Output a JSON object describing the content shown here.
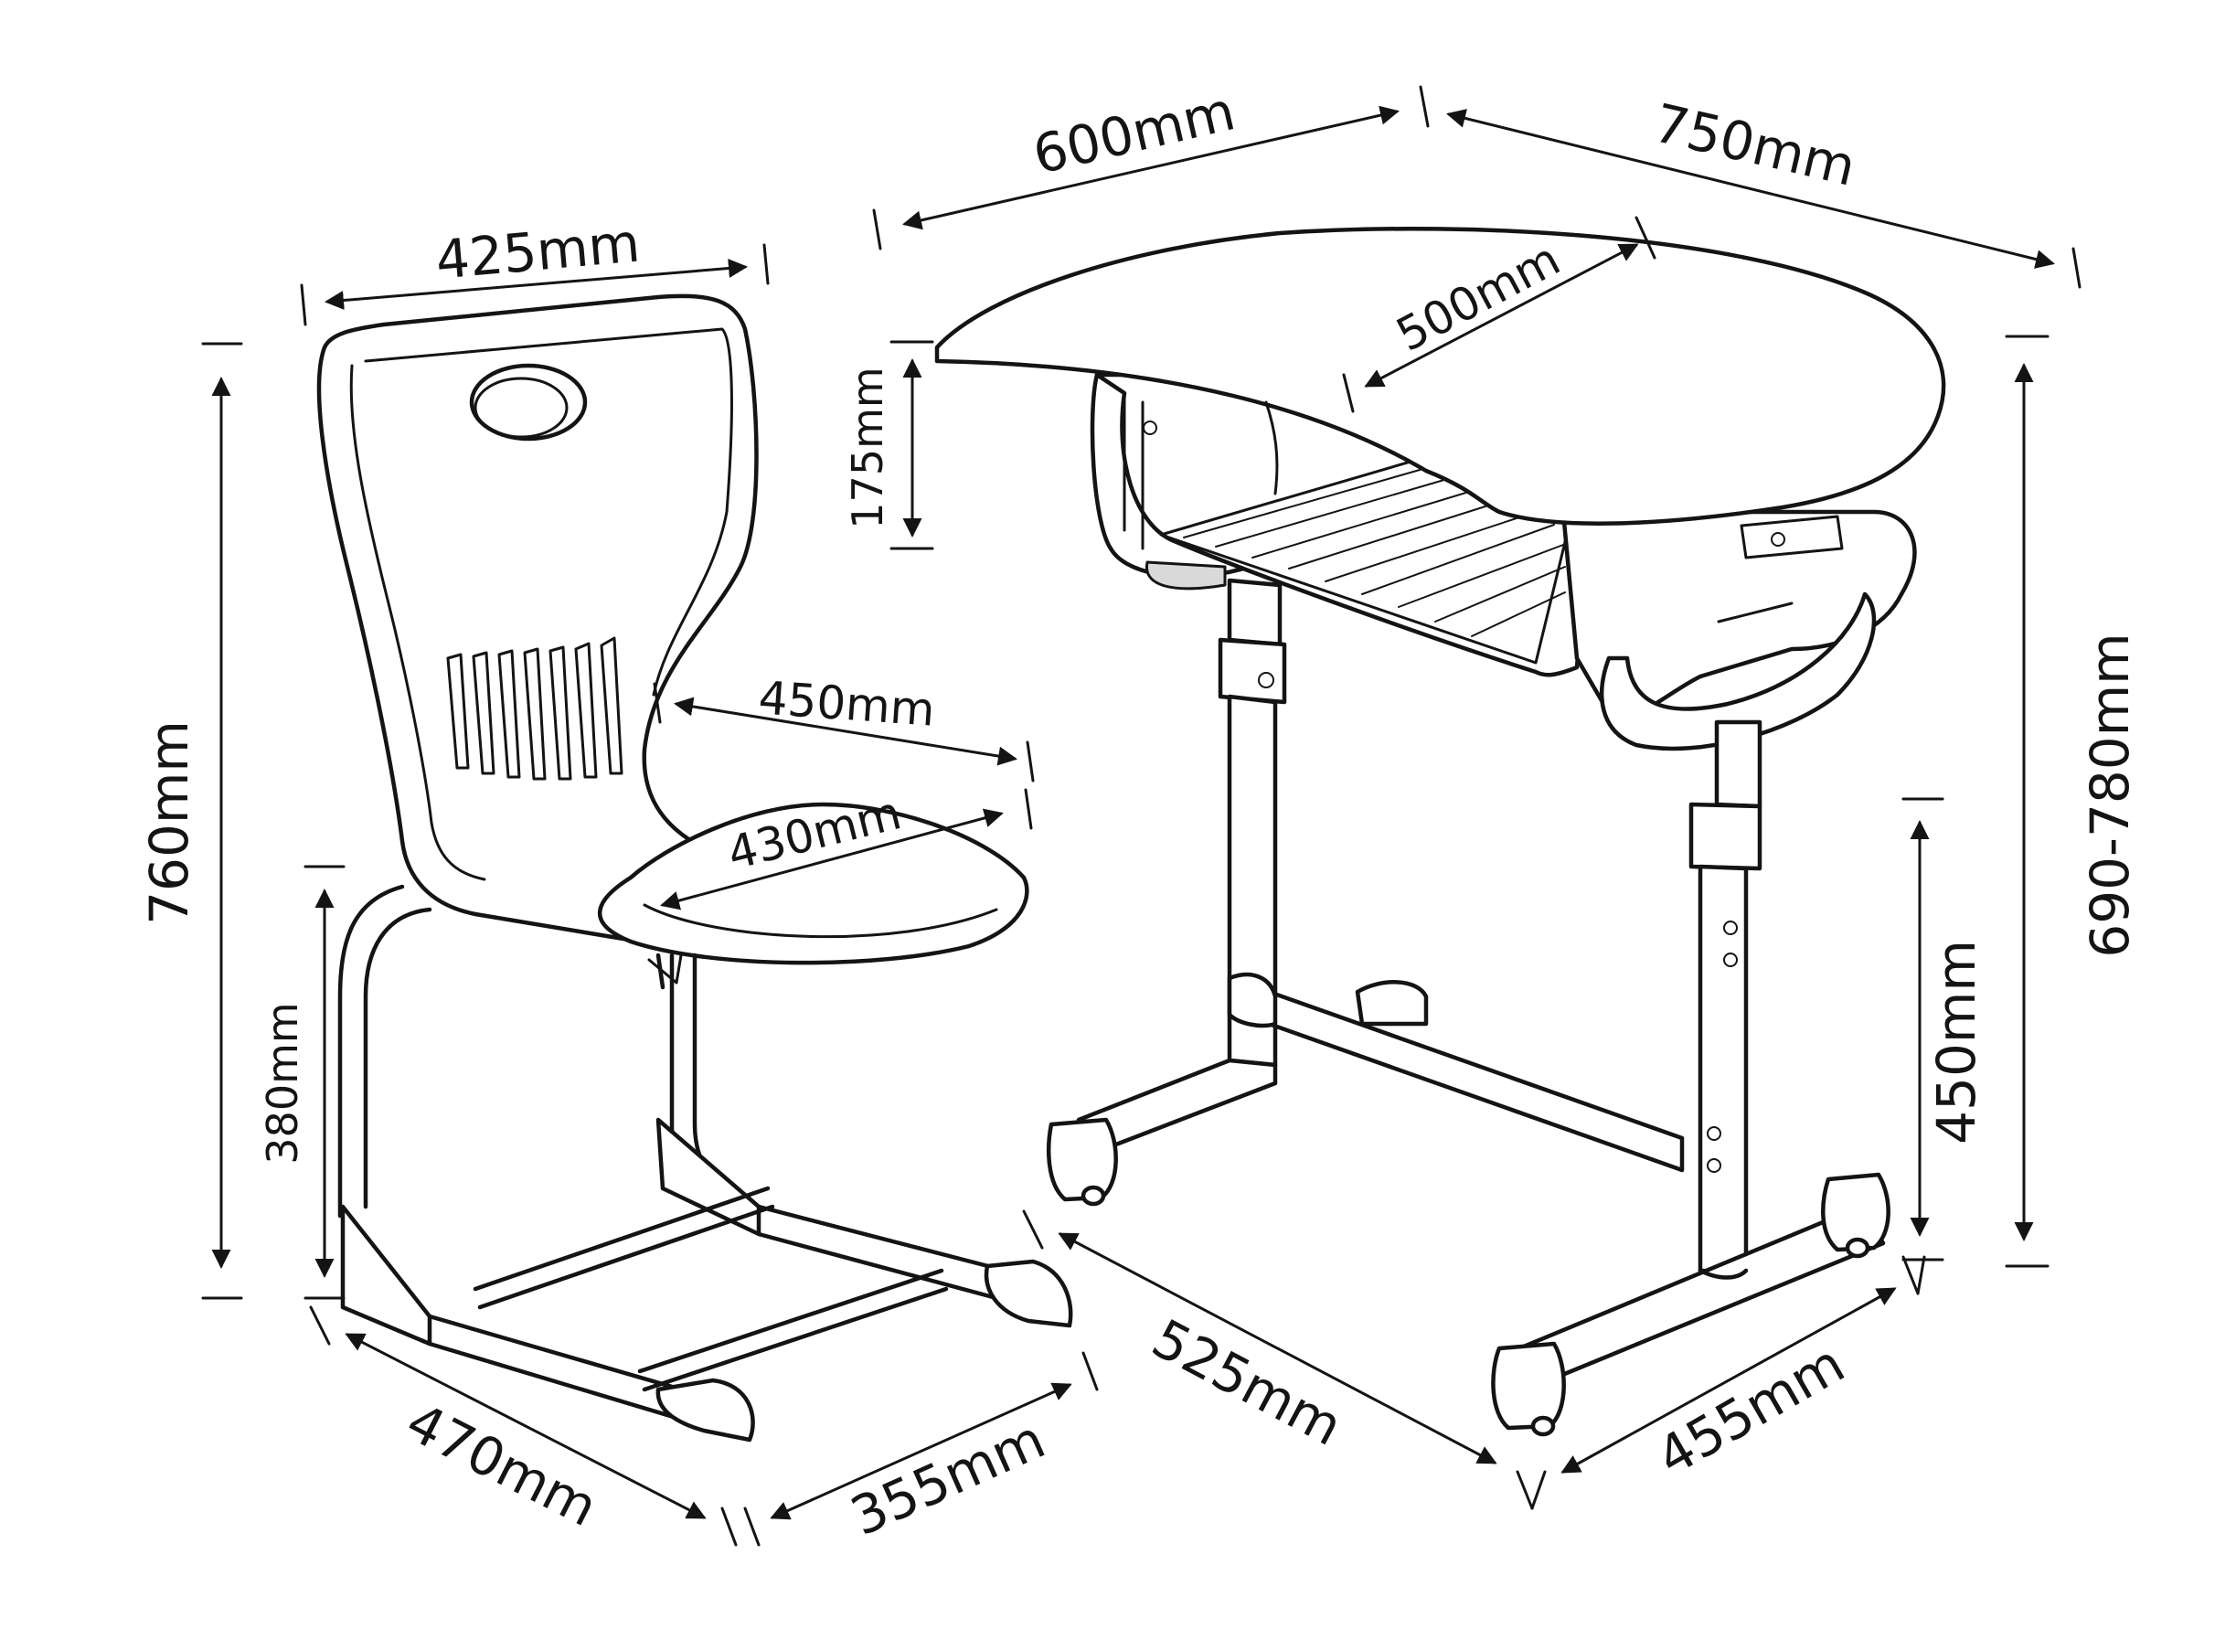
{
  "diagram": {
    "chair": {
      "dimensions": {
        "width": "425mm",
        "height": "760mm",
        "seat_height": "380mm",
        "backrest_depth": "450mm",
        "seat_depth": "430mm",
        "base_length": "470mm",
        "base_width": "355mm"
      }
    },
    "desk": {
      "dimensions": {
        "top_front": "600mm",
        "top_width": "750mm",
        "top_inner_depth": "500mm",
        "drawer_height": "175mm",
        "height_range": "690-780mm",
        "leg_height": "450mm",
        "base_length": "525mm",
        "base_width": "455mm"
      }
    }
  }
}
